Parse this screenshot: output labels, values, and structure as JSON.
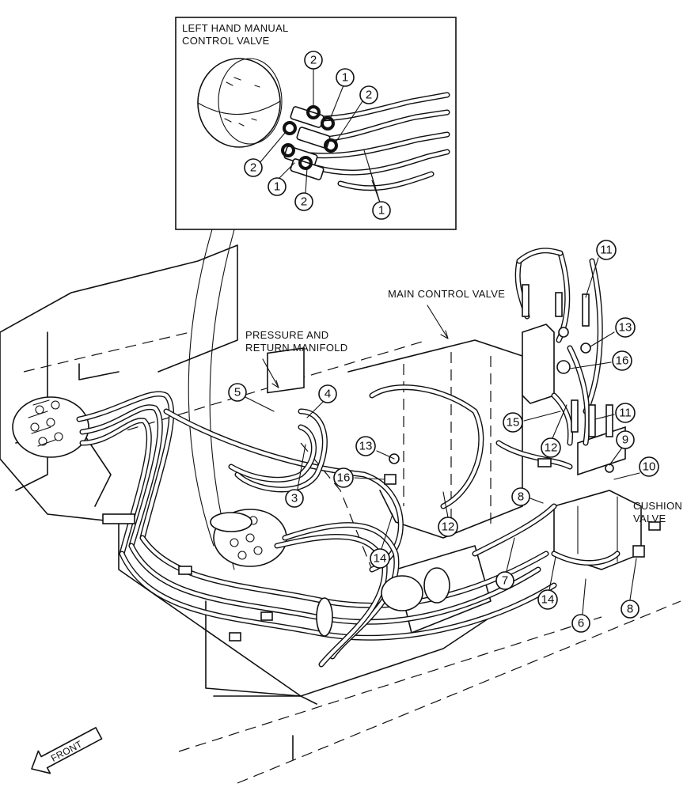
{
  "labels": {
    "inset_title_line1": "LEFT HAND MANUAL",
    "inset_title_line2": "CONTROL VALVE",
    "main_control_valve": "MAIN CONTROL VALVE",
    "manifold_line1": "PRESSURE AND",
    "manifold_line2": "RETURN MANIFOLD",
    "cushion_line1": "CUSHION",
    "cushion_line2": "VALVE",
    "front_arrow": "FRONT"
  },
  "callouts": [
    "1",
    "2",
    "3",
    "4",
    "5",
    "6",
    "7",
    "8",
    "9",
    "10",
    "11",
    "12",
    "13",
    "14",
    "15",
    "16"
  ]
}
